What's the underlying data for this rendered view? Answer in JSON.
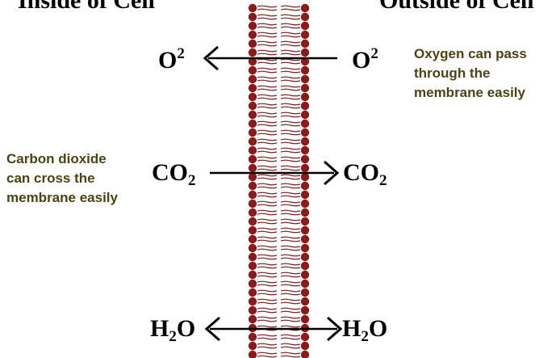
{
  "headings": {
    "inside": "Inside of Cell",
    "outside": "Outside of Cell"
  },
  "rows": [
    {
      "id": "oxygen",
      "left_main": "O",
      "left_sup": "2",
      "left_sub": "",
      "right_main": "O",
      "right_sup": "2",
      "right_sub": "",
      "direction": "inward"
    },
    {
      "id": "carbon-dioxide",
      "left_main": "CO",
      "left_sup": "",
      "left_sub": "2",
      "right_main": "CO",
      "right_sup": "",
      "right_sub": "2",
      "direction": "outward"
    },
    {
      "id": "water",
      "left_main": "H",
      "left_sup": "",
      "left_sub": "2",
      "left_tail": "O",
      "right_main": "H",
      "right_sup": "",
      "right_sub": "2",
      "right_tail": "O",
      "direction": "both"
    }
  ],
  "notes": {
    "oxygen": [
      "Oxygen can pass",
      "through the",
      "membrane easily"
    ],
    "carbon_dioxide": [
      "Carbon dioxide",
      "can cross the",
      "membrane easily"
    ]
  },
  "colors": {
    "lipid_head": "#8b1a1a",
    "lipid_tail": "#7a2a2a",
    "note_text": "#4a4414",
    "arrow": "#000000"
  }
}
